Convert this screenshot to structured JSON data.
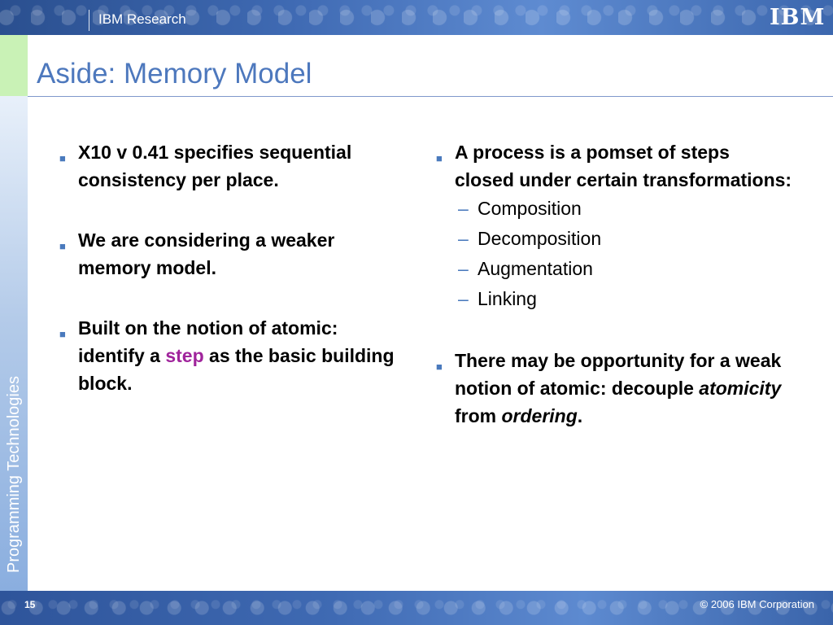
{
  "header": {
    "brand": "IBM Research",
    "logo_text": "IBM"
  },
  "sidebar": {
    "vertical_label": "Programming Technologies"
  },
  "slide": {
    "title": "Aside: Memory Model",
    "left_column": {
      "bullet1": "X10 v 0.41 specifies sequential consistency per place.",
      "bullet2": "We are considering a weaker memory model.",
      "bullet3_part1": "Built on the notion of atomic: identify a ",
      "bullet3_highlight": "step",
      "bullet3_part2": " as the basic building block."
    },
    "right_column": {
      "bullet1": "A process is a pomset of steps closed under certain transformations:",
      "subitems": [
        "Composition",
        "Decomposition",
        "Augmentation",
        "Linking"
      ],
      "bullet2_part1": "There may be opportunity for a weak notion of atomic: decouple ",
      "bullet2_italic1": "atomicity",
      "bullet2_part2": " from ",
      "bullet2_italic2": "ordering",
      "bullet2_part3": "."
    }
  },
  "footer": {
    "page_number": "15",
    "copyright": "© 2006 IBM Corporation"
  },
  "colors": {
    "title": "#4d78bd",
    "bullet_marker": "#4a7abd",
    "highlight": "#a0249c",
    "banner": "#3f6ab3",
    "green_block": "#c9f2b6"
  },
  "icons": {
    "bullet": "square-bullet-icon",
    "logo": "ibm-logo-icon"
  }
}
